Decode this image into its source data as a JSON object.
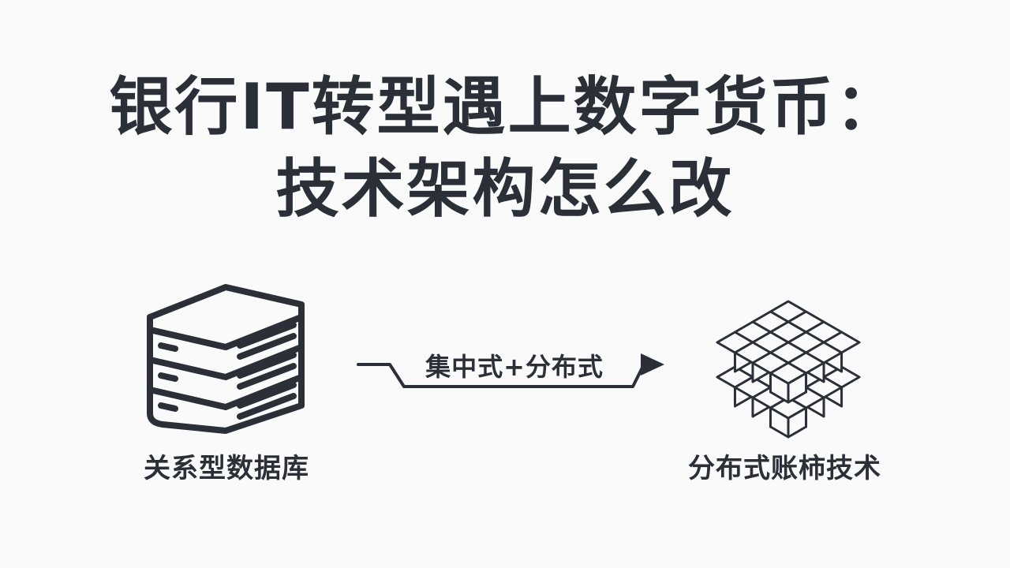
{
  "title": {
    "line1": "银行IT转型遇上数字货币：",
    "line2": "技术架构怎么改"
  },
  "diagram": {
    "left_node": {
      "label": "关系型数据库",
      "icon": "database-server-stack-icon"
    },
    "transition": {
      "label": "集中式+分布式",
      "icon": "right-arrow-icon"
    },
    "right_node": {
      "label": "分布式账柿技术",
      "icon": "distributed-ledger-blocks-icon"
    }
  },
  "colors": {
    "ink": "#2a2f38",
    "background": "#fafafa"
  }
}
